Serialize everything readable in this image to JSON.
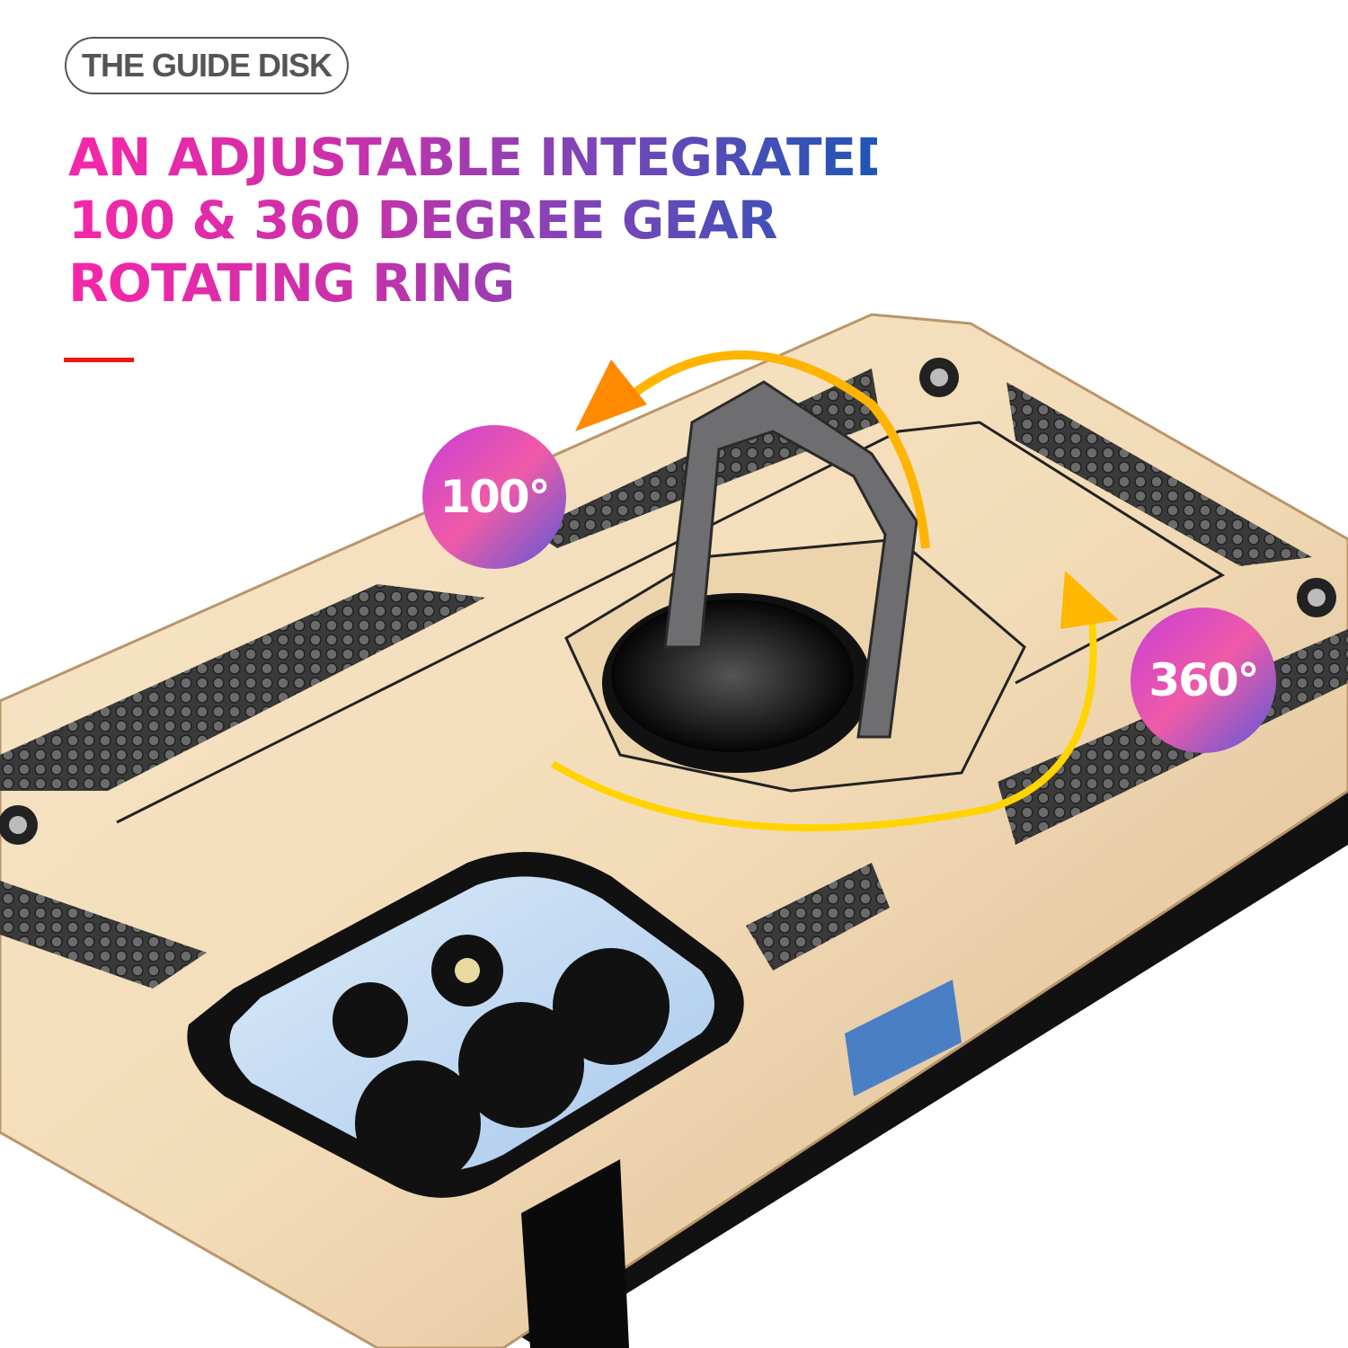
{
  "header": {
    "pill_label": "THE GUIDE DISK",
    "title_lines": [
      "AN ADJUSTABLE INTEGRATED",
      "100 & 360 DEGREE GEAR",
      "ROTATING RING"
    ]
  },
  "badges": {
    "rotation_small": "100°",
    "rotation_full": "360°"
  },
  "colors": {
    "title_gradient_start": "#f726a9",
    "title_gradient_end": "#1e56b6",
    "accent_line": "#f01414",
    "case_gold": "#f0d9b5",
    "arrow_orange": "#ff8a00",
    "arrow_yellow": "#ffd400"
  }
}
